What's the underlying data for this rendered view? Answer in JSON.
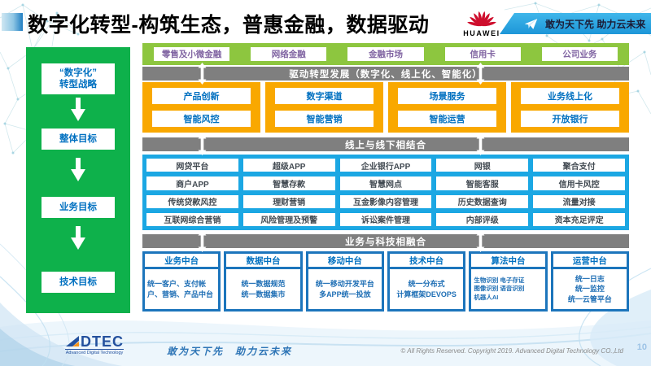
{
  "title": "数字化转型-构筑生态，普惠金融，数据驱动",
  "header": {
    "huawei_text": "HUAWEI",
    "banner_slogan": "敢为天下先 助力云未来"
  },
  "sidebar": {
    "items": [
      [
        "“数字化”",
        "转型战略"
      ],
      [
        "整体目标"
      ],
      [
        "业务目标"
      ],
      [
        "技术目标"
      ]
    ]
  },
  "top_band": {
    "items": [
      "零售及小微金融",
      "网络金融",
      "金融市场",
      "信用卡",
      "公司业务"
    ]
  },
  "bars": {
    "drive": "驱动转型发展（数字化、线上化、智能化）",
    "online_offline": "线上与线下相结合",
    "biz_tech": "业务与科技相融合"
  },
  "yellow_band": {
    "columns": [
      [
        "产品创新",
        "智能风控"
      ],
      [
        "数字渠道",
        "智能营销"
      ],
      [
        "场景服务",
        "智能运营"
      ],
      [
        "业务线上化",
        "开放银行"
      ]
    ]
  },
  "blue_band": {
    "rows": [
      [
        "网贷平台",
        "超级APP",
        "企业银行APP",
        "网银",
        "聚合支付"
      ],
      [
        "商户APP",
        "智慧存款",
        "智慧网点",
        "智能客服",
        "信用卡风控"
      ],
      [
        "传统贷款风控",
        "理财营销",
        "互金影像内容管理",
        "历史数据查询",
        "流量对接"
      ],
      [
        "互联网综合营销",
        "风险管理及预警",
        "诉讼案件管理",
        "内部评级",
        "资本充足评定"
      ]
    ]
  },
  "platform_band": {
    "columns": [
      {
        "title": "业务中台",
        "body": [
          "统一客户、支付帐户、营销、产品中台"
        ]
      },
      {
        "title": "数据中台",
        "body": [
          "统一数据规范",
          "统一数据集市"
        ]
      },
      {
        "title": "移动中台",
        "body": [
          "统一移动开发平台",
          "多APP统一投放"
        ]
      },
      {
        "title": "技术中台",
        "body": [
          "统一分布式",
          "计算框架DEVOPS"
        ]
      },
      {
        "title": "算法中台",
        "body": [
          "生物识别 电子存证",
          "图像识别 语音识别",
          "机器人AI"
        ]
      },
      {
        "title": "运营中台",
        "body": [
          "统一日志",
          "统一监控",
          "统一云管平台"
        ]
      }
    ]
  },
  "footer": {
    "logo_text": "DTEC",
    "logo_subtext": "Advanced Digital Technology",
    "slogan": "敢为天下先　助力云未来",
    "copyright": "© All Rights Reserved. Copyright 2019. Advanced Digital Technology CO.,Ltd",
    "page_number": "10"
  },
  "colors": {
    "sidebar_green": "#0EB14B",
    "band_green": "#8DC63F",
    "band_yellow": "#F9A800",
    "band_blue": "#1BA7E3",
    "band_dark_blue": "#1C75BC",
    "bar_gray": "#7F7F7F",
    "text_blue": "#0070C0",
    "text_purple": "#8064A2",
    "huawei_red": "#CE0E2D",
    "banner_blue": "#29ABE2"
  }
}
